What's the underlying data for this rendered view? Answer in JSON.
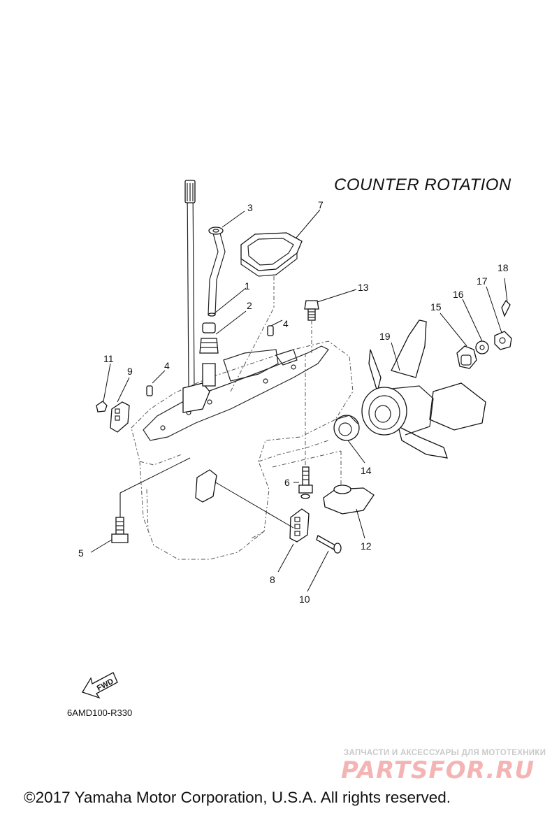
{
  "diagram": {
    "title": "COUNTER ROTATION",
    "code": "6AMD100-R330",
    "fwd_label": "FWD",
    "callouts": [
      "1",
      "2",
      "3",
      "4",
      "4",
      "5",
      "6",
      "7",
      "8",
      "9",
      "10",
      "11",
      "12",
      "13",
      "14",
      "15",
      "16",
      "17",
      "18",
      "19"
    ]
  },
  "watermark": {
    "subtitle": "ЗАПЧАСТИ И АКСЕССУАРЫ ДЛЯ МОТОТЕХНИКИ",
    "logo": "PARTSFOR.RU"
  },
  "footer": {
    "copyright": "©2017 Yamaha Motor Corporation, U.S.A. All rights reserved."
  },
  "colors": {
    "line": "#111111",
    "watermark_logo": "#f4b4b4",
    "watermark_text": "#c9c9c9"
  }
}
